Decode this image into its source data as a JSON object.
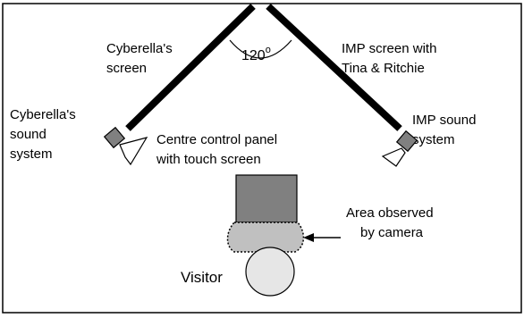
{
  "left_screen": {
    "lines": [
      "Cyberella's",
      "screen"
    ]
  },
  "right_screen": {
    "lines": [
      "IMP       screen       with",
      "Tina & Ritchie"
    ]
  },
  "angle": {
    "value": "120",
    "unit": "o"
  },
  "left_sound": {
    "lines": [
      "Cyberella's",
      "sound",
      "system"
    ]
  },
  "right_sound": {
    "lines": [
      "IMP sound",
      "system"
    ]
  },
  "control_panel": {
    "lines": [
      "Centre  control  panel",
      "with touch screen"
    ]
  },
  "camera_area": {
    "lines": [
      "Area     observed",
      "by camera"
    ]
  },
  "visitor": {
    "label": "Visitor"
  },
  "colors": {
    "panel": "#808080",
    "observed_area": "#c0c0c0",
    "speaker_body": "#808080",
    "visitor_circle": "#e6e6e6",
    "line": "#000000"
  }
}
